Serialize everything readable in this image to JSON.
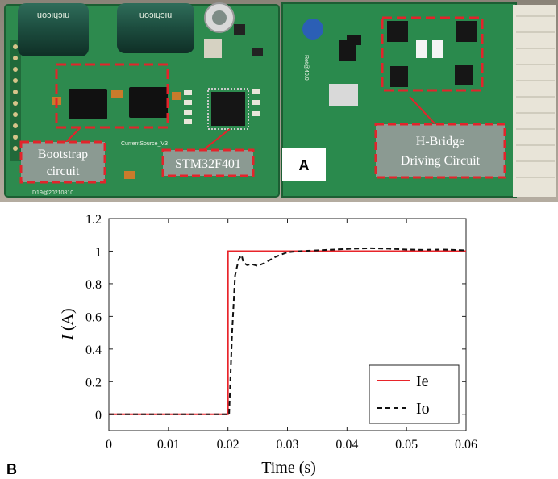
{
  "photo": {
    "board_left_silkscreen": "CurrentSource_V3",
    "board_left_footer": "D19@20210810",
    "board_right_silkscreen": "Ret@40.0",
    "capacitor_brand": "nichicon",
    "label_bootstrap": [
      "Bootstrap",
      "circuit"
    ],
    "label_mcu": "STM32F401",
    "label_hbridge": [
      "H-Bridge",
      "Driving Circuit"
    ],
    "panel_a": "A"
  },
  "panel_b": "B",
  "chart_data": {
    "type": "line",
    "xlabel": "Time (s)",
    "ylabel_symbol": "I",
    "ylabel_unit": " (A)",
    "xlim": [
      0,
      0.06
    ],
    "ylim": [
      -0.1,
      1.2
    ],
    "xticks": [
      0,
      0.01,
      0.02,
      0.03,
      0.04,
      0.05,
      0.06
    ],
    "xtick_labels": [
      "0",
      "0.01",
      "0.02",
      "0.03",
      "0.04",
      "0.05",
      "0.06"
    ],
    "yticks": [
      0,
      0.2,
      0.4,
      0.6,
      0.8,
      1,
      1.2
    ],
    "ytick_labels": [
      "0",
      "0.2",
      "0.4",
      "0.6",
      "0.8",
      "1",
      "1.2"
    ],
    "grid": false,
    "legend": "lower-right",
    "series": [
      {
        "name": "Ie",
        "color": "#e8242a",
        "style": "solid",
        "points": [
          [
            0,
            0
          ],
          [
            0.02,
            0
          ],
          [
            0.02,
            1
          ],
          [
            0.06,
            1
          ]
        ]
      },
      {
        "name": "Io",
        "color": "#111111",
        "style": "dashed",
        "points": [
          [
            0,
            0
          ],
          [
            0.0202,
            0
          ],
          [
            0.0207,
            0.5
          ],
          [
            0.0212,
            0.85
          ],
          [
            0.0218,
            0.95
          ],
          [
            0.0223,
            0.975
          ],
          [
            0.0226,
            0.93
          ],
          [
            0.0232,
            0.915
          ],
          [
            0.024,
            0.92
          ],
          [
            0.025,
            0.91
          ],
          [
            0.026,
            0.925
          ],
          [
            0.027,
            0.945
          ],
          [
            0.028,
            0.965
          ],
          [
            0.029,
            0.98
          ],
          [
            0.03,
            0.993
          ],
          [
            0.032,
            1.0
          ],
          [
            0.035,
            1.005
          ],
          [
            0.038,
            1.01
          ],
          [
            0.041,
            1.015
          ],
          [
            0.044,
            1.018
          ],
          [
            0.047,
            1.015
          ],
          [
            0.05,
            1.01
          ],
          [
            0.053,
            1.008
          ],
          [
            0.056,
            1.01
          ],
          [
            0.06,
            1.005
          ]
        ]
      }
    ]
  }
}
